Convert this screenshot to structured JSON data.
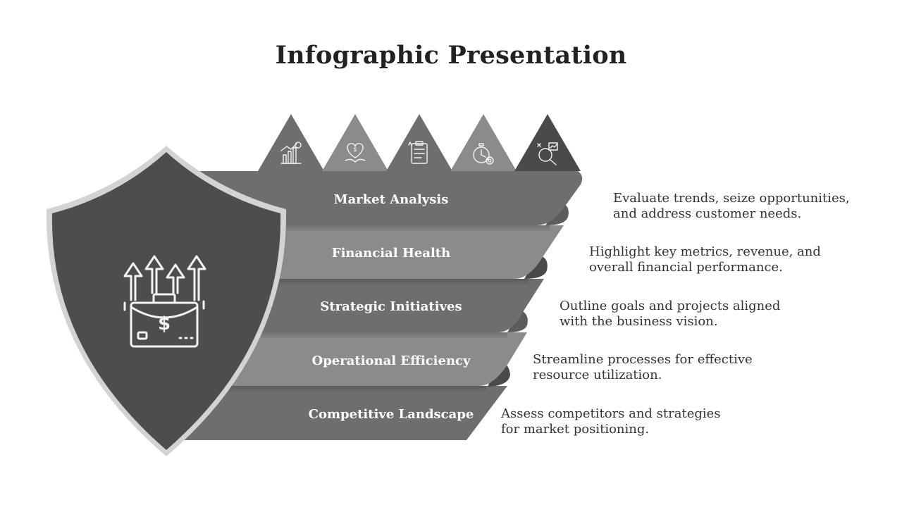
{
  "title": "Infographic Presentation",
  "colors": {
    "shield_outer": "#d3d3d3",
    "shield_inner": "#4d4d4d",
    "band_dark": "#6e6e6e",
    "band_light": "#8b8b8b",
    "triangle_darkest": "#4a4a4a"
  },
  "shield": {
    "icon": "briefcase-growth-arrows-icon"
  },
  "steps": [
    {
      "label": "Market Analysis",
      "icon": "bar-chart-dollar-icon",
      "desc": [
        "Evaluate trends, seize opportunities,",
        "and address customer needs."
      ]
    },
    {
      "label": "Financial Health",
      "icon": "heart-dollar-hand-icon",
      "desc": [
        "Highlight key metrics, revenue, and",
        "overall financial performance."
      ]
    },
    {
      "label": "Strategic Initiatives",
      "icon": "clipboard-plan-icon",
      "desc": [
        "Outline goals and projects aligned",
        "with the business vision."
      ]
    },
    {
      "label": "Operational Efficiency",
      "icon": "stopwatch-gear-icon",
      "desc": [
        "Streamline processes for effective",
        "resource utilization."
      ]
    },
    {
      "label": "Competitive Landscape",
      "icon": "analysis-magnifier-icon",
      "desc": [
        "Assess competitors and strategies",
        "for market positioning."
      ]
    }
  ]
}
